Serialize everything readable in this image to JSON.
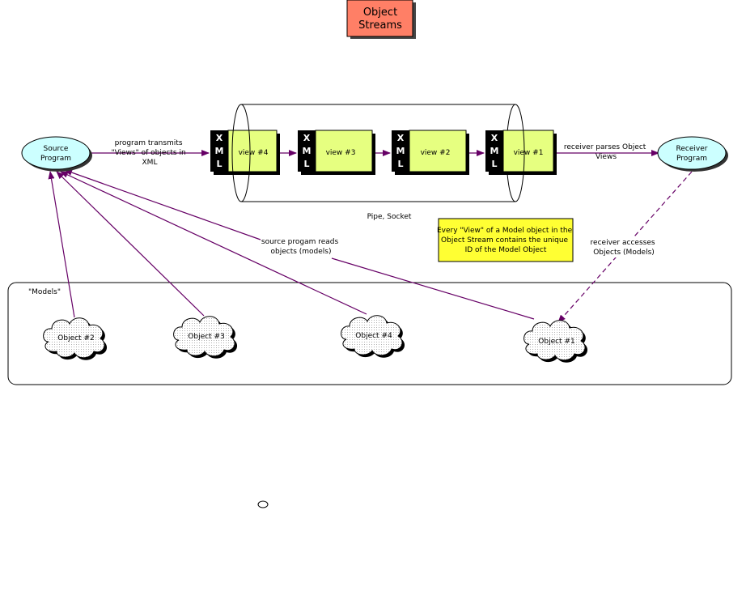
{
  "title": {
    "line1": "Object",
    "line2": "Streams"
  },
  "nodes": {
    "source": {
      "line1": "Source",
      "line2": "Program"
    },
    "receiver": {
      "line1": "Receiver",
      "line2": "Program"
    }
  },
  "xml_letters": [
    "X",
    "M",
    "L"
  ],
  "views": [
    "view #4",
    "view #3",
    "view #2",
    "view #1"
  ],
  "labels": {
    "transmit": [
      "program transmits",
      "\"Views\" of objects in",
      "XML"
    ],
    "parse": [
      "receiver parses Object",
      "Views"
    ],
    "pipe": "Pipe, Socket",
    "reads": [
      "source progam reads",
      "objects (models)"
    ],
    "accesses": [
      "receiver accesses",
      "Objects (Models)"
    ],
    "models": "\"Models\""
  },
  "note": {
    "lines": [
      "Every \"View\" of a Model object in the",
      "Object Stream contains the unique",
      "ID of the Model Object"
    ]
  },
  "objects": [
    "Object #2",
    "Object #3",
    "Object #4",
    "Object #1"
  ],
  "colors": {
    "title_fill": "#ff7f66",
    "node_fill": "#ccffff",
    "view_fill": "#e6ff80",
    "note_fill": "#ffff33",
    "arrow": "#660066",
    "cloud_fill": "#e8e8e8"
  }
}
